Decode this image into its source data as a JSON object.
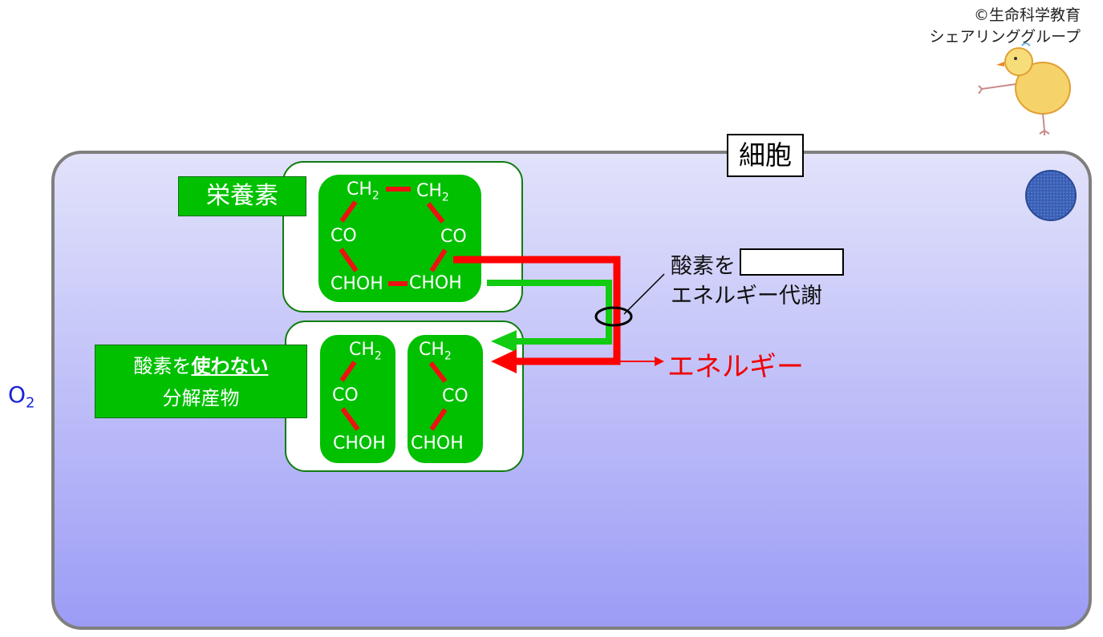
{
  "copyright": {
    "line1": "©生命科学教育",
    "line2": "シェアリンググループ"
  },
  "cell": {
    "label": "細胞"
  },
  "outside": {
    "o2_main": "O",
    "o2_sub": "2"
  },
  "nutrient": {
    "label": "栄養素",
    "molecule": {
      "ch2_left": {
        "main": "CH",
        "sub": "2"
      },
      "ch2_right": {
        "main": "CH",
        "sub": "2"
      },
      "co_left": "CO",
      "co_right": "CO",
      "chohl_left": "CHOH",
      "chohl_right": "CHOH"
    }
  },
  "products": {
    "label_line1_prefix": "酸素を",
    "label_line1_emph": "使わない",
    "label_line2": "分解産物",
    "left": {
      "ch2": {
        "main": "CH",
        "sub": "2"
      },
      "co": "CO",
      "choh": "CHOH"
    },
    "right": {
      "ch2": {
        "main": "CH",
        "sub": "2"
      },
      "co": "CO",
      "choh": "CHOH"
    }
  },
  "annotation": {
    "line1": "酸素を",
    "line2": "エネルギー代謝"
  },
  "energy_label": "エネルギー",
  "colors": {
    "bond": "#ee1111",
    "arrow_red": "#ff0000",
    "arrow_green": "#11cc11",
    "box_green": "#00c000",
    "o2": "#1a24d8"
  }
}
